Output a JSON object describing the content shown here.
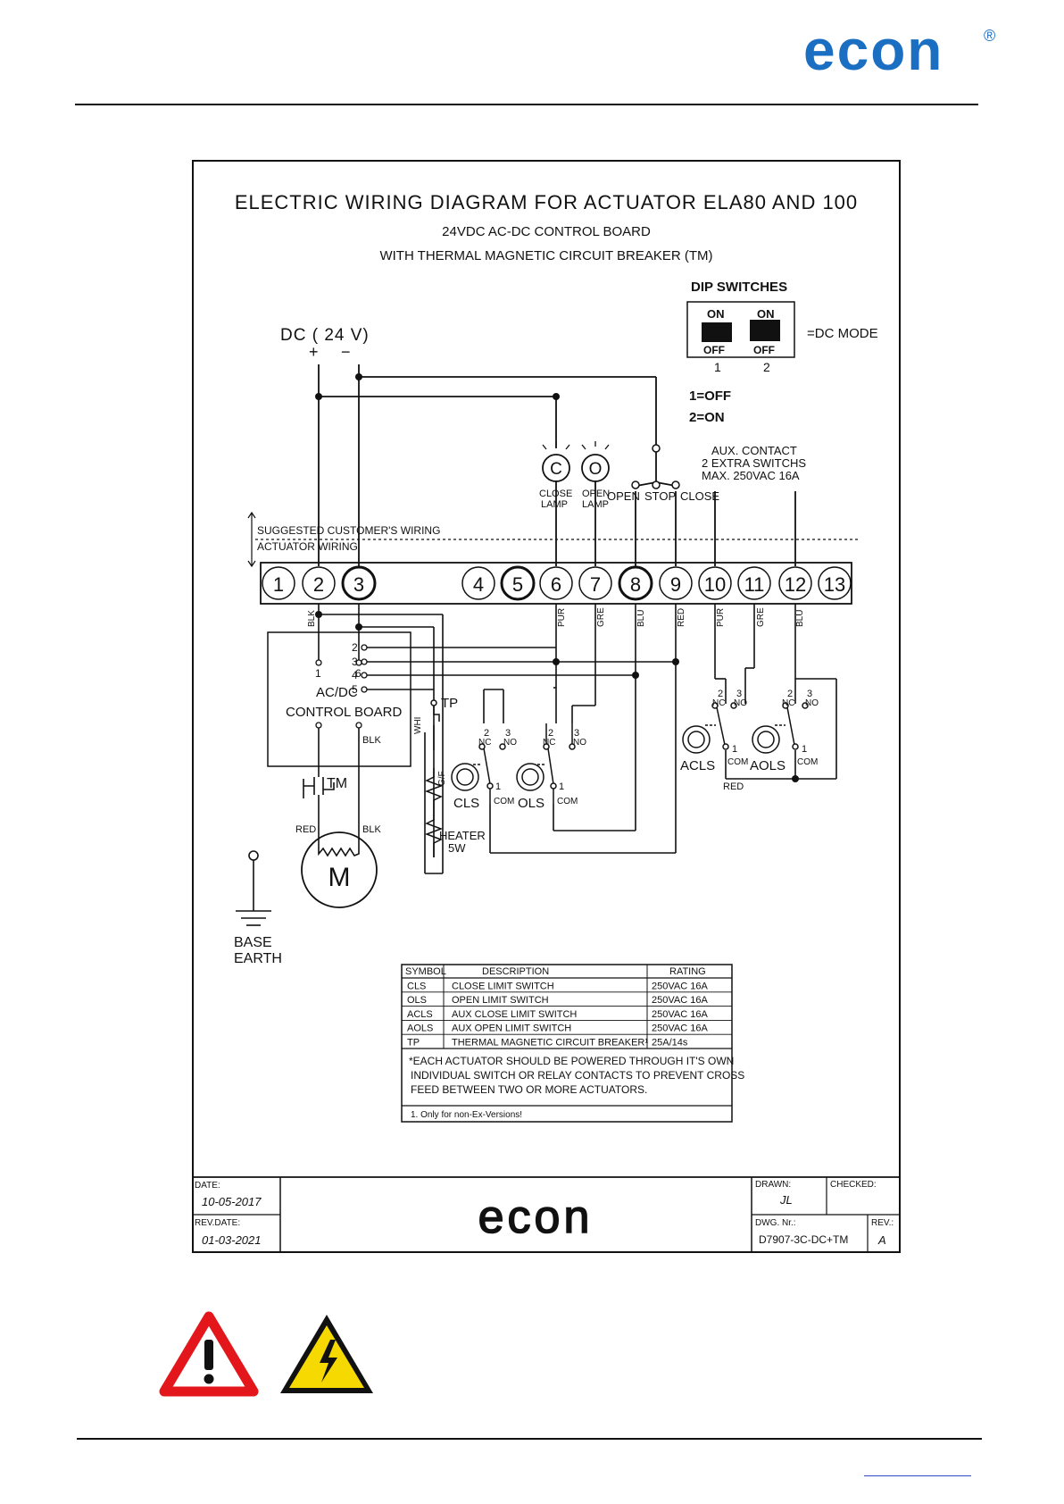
{
  "brand": {
    "logo_text": "econ",
    "registered_mark": "®",
    "accent_color": "#1a6fc2"
  },
  "diagram": {
    "title": "ELECTRIC WIRING DIAGRAM FOR ACTUATOR ELA80 AND 100",
    "subtitle1": "24VDC AC-DC CONTROL BOARD",
    "subtitle2": "WITH THERMAL MAGNETIC CIRCUIT BREAKER (TM)",
    "dip": {
      "title": "DIP SWITCHES",
      "on": "ON",
      "off": "OFF",
      "num1": "1",
      "num2": "2",
      "mode": "=DC MODE",
      "state1": "1=OFF",
      "state2": "2=ON"
    },
    "supply": {
      "label": "DC ( 24 V)",
      "plus": "+",
      "minus": "−"
    },
    "lamps": {
      "close_symbol": "C",
      "open_symbol": "O",
      "close_label": "CLOSE LAMP",
      "open_label": "OPEN LAMP"
    },
    "controls": {
      "open": "OPEN",
      "stop": "STOP",
      "close": "CLOSE"
    },
    "aux": {
      "line1": "AUX. CONTACT",
      "line2": "2 EXTRA SWITCHS",
      "line3": "MAX. 250VAC 16A"
    },
    "zones": {
      "customer": "SUGGESTED CUSTOMER'S WIRING",
      "actuator": "ACTUATOR WIRING"
    },
    "terminals": [
      "1",
      "2",
      "3",
      "4",
      "5",
      "6",
      "7",
      "8",
      "9",
      "10",
      "11",
      "12",
      "13"
    ],
    "wire_colors": {
      "blk": "BLK",
      "pur": "PUR",
      "gre": "GRE",
      "blu": "BLU",
      "red": "RED",
      "whi": "WHI"
    },
    "board": {
      "pin1": "1",
      "pin6": "6",
      "name1": "AC/DC",
      "name2": "CONTROL BOARD",
      "pins": [
        "2",
        "3",
        "4",
        "5"
      ]
    },
    "components": {
      "tp": "TP",
      "tm": "TM",
      "motor": "M",
      "heater1": "HEATER",
      "heater2": "5W",
      "gf": "G/F",
      "cls": "CLS",
      "ols": "OLS",
      "acls": "ACLS",
      "aols": "AOLS",
      "nc": "NC",
      "no": "NO",
      "com": "COM",
      "n1": "1",
      "n2": "2",
      "n3": "3"
    },
    "earth": {
      "line1": "BASE",
      "line2": "EARTH"
    },
    "legend": {
      "headers": [
        "SYMBOL",
        "DESCRIPTION",
        "RATING"
      ],
      "rows": [
        {
          "symbol": "CLS",
          "description": "CLOSE LIMIT SWITCH",
          "rating": "250VAC 16A"
        },
        {
          "symbol": "OLS",
          "description": "OPEN LIMIT SWITCH",
          "rating": "250VAC 16A"
        },
        {
          "symbol": "ACLS",
          "description": "AUX CLOSE LIMIT SWITCH",
          "rating": "250VAC 16A"
        },
        {
          "symbol": "AOLS",
          "description": "AUX OPEN LIMIT SWITCH",
          "rating": "250VAC 16A"
        },
        {
          "symbol": "TP",
          "description": "THERMAL MAGNETIC CIRCUIT BREAKER¹",
          "rating": "25A/14s"
        }
      ],
      "note_lines": [
        "*EACH ACTUATOR SHOULD BE POWERED THROUGH IT'S OWN",
        "INDIVIDUAL SWITCH OR RELAY CONTACTS TO PREVENT CROSS",
        "FEED BETWEEN TWO OR MORE ACTUATORS."
      ],
      "footnote": "1. Only for non-Ex-Versions!"
    },
    "title_block": {
      "date_label": "DATE:",
      "date": "10-05-2017",
      "rev_date_label": "REV.DATE:",
      "rev_date": "01-03-2021",
      "drawn_label": "DRAWN:",
      "drawn": "JL",
      "checked_label": "CHECKED:",
      "dwg_label": "DWG. Nr.:",
      "dwg": "D7907-3C-DC+TM",
      "rev_label": "REV.:",
      "rev": "A",
      "logo": "econ"
    }
  },
  "warnings": {
    "general_icon": "warning-triangle-icon",
    "electric_icon": "high-voltage-icon"
  }
}
